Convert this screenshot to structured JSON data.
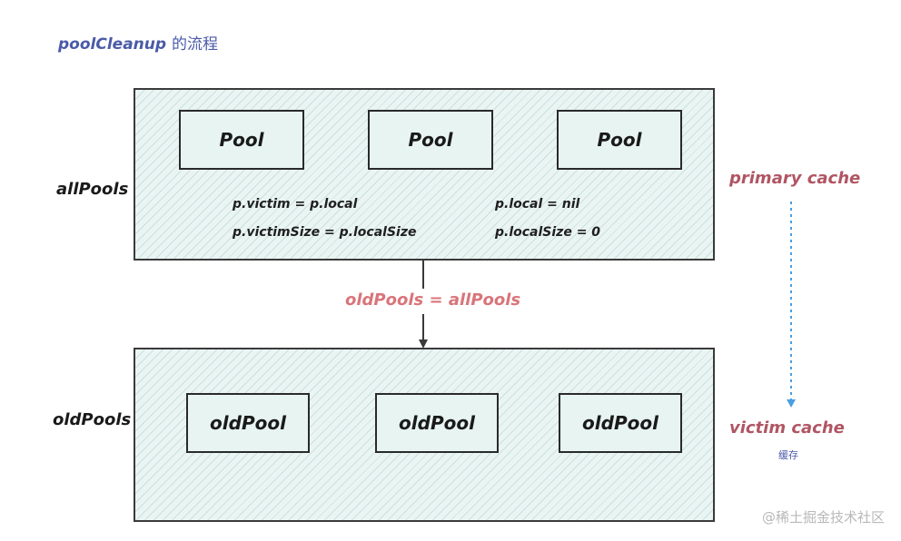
{
  "title": {
    "main": "poolCleanup",
    "suffix": "的流程"
  },
  "all_pools": {
    "label": "allPools",
    "pools": [
      "Pool",
      "Pool",
      "Pool"
    ],
    "assign_left": [
      "p.victim = p.local",
      "p.victimSize = p.localSize"
    ],
    "assign_right": [
      "p.local = nil",
      "p.localSize = 0"
    ]
  },
  "transfer_label": "oldPools = allPools",
  "old_pools": {
    "label": "oldPools",
    "pools": [
      "oldPool",
      "oldPool",
      "oldPool"
    ]
  },
  "cache": {
    "primary": "primary cache",
    "victim": "victim cache",
    "victim_note": "缓存"
  },
  "watermark": "@稀土掘金技术社区",
  "colors": {
    "title": "#4a5aa8",
    "transfer": "#d9757a",
    "cache": "#b05563",
    "dotted_arrow": "#4a9fe0",
    "box_fill": "#eaf5f3"
  }
}
